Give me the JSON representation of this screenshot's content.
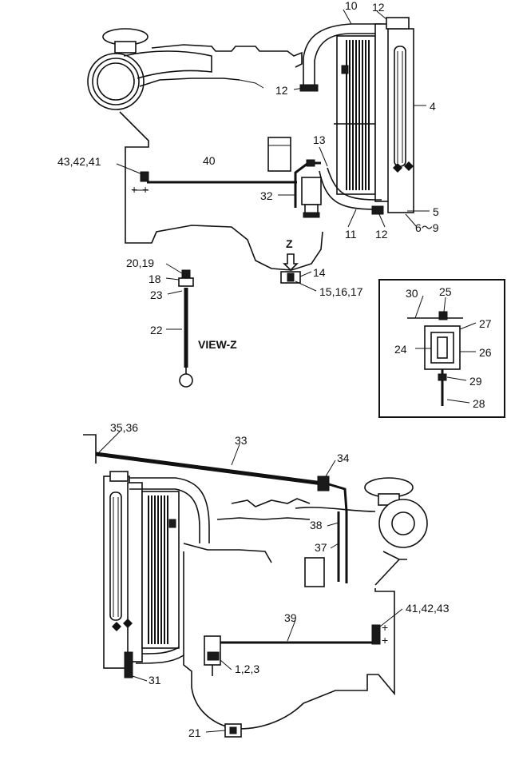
{
  "labels": {
    "p10": "10",
    "p12a": "12",
    "p12b": "12",
    "p4": "4",
    "p13": "13",
    "p434241": "43,42,41",
    "p40": "40",
    "p32": "32",
    "p5": "5",
    "p11": "11",
    "p12c": "12",
    "p6to9": "6～9",
    "pZ": "Z",
    "p14": "14",
    "p2019": "20,19",
    "p18": "18",
    "p23": "23",
    "p22": "22",
    "viewz": "VIEW-Z",
    "p151617": "15,16,17",
    "p30": "30",
    "p25": "25",
    "p27": "27",
    "p24": "24",
    "p26": "26",
    "p29": "29",
    "p28": "28",
    "p3536": "35,36",
    "p33": "33",
    "p34": "34",
    "p38": "38",
    "p37": "37",
    "p39": "39",
    "p414243": "41,42,43",
    "p31": "31",
    "p123": "1,2,3",
    "p21": "21"
  }
}
